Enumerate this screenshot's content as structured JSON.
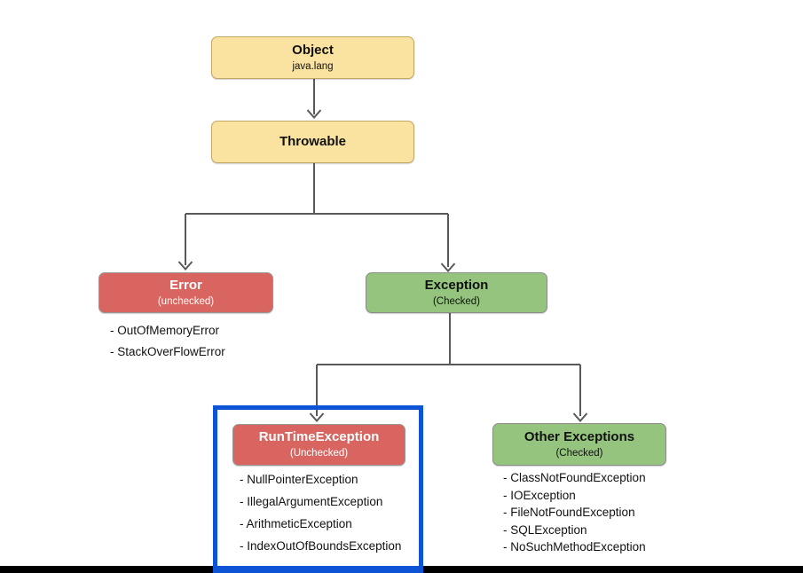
{
  "nodes": {
    "object": {
      "label": "Object",
      "sublabel": "java.lang"
    },
    "throwable": {
      "label": "Throwable"
    },
    "error": {
      "label": "Error",
      "sublabel": "(unchecked)"
    },
    "exception": {
      "label": "Exception",
      "sublabel": "(Checked)"
    },
    "runtime": {
      "label": "RunTimeException",
      "sublabel": "(Unchecked)"
    },
    "other": {
      "label": "Other Exceptions",
      "sublabel": "(Checked)"
    }
  },
  "lists": {
    "error_examples": [
      "- OutOfMemoryError",
      "- StackOverFlowError"
    ],
    "runtime_examples": [
      "- NullPointerException",
      "- IllegalArgumentException",
      "- ArithmeticException",
      "- IndexOutOfBoundsException"
    ],
    "other_examples": [
      "- ClassNotFoundException",
      "- IOException",
      "- FileNotFoundException",
      "- SQLException",
      "- NoSuchMethodException"
    ]
  },
  "colors": {
    "yellow_fill": "#FAE2A0",
    "red_fill": "#D96560",
    "green_fill": "#95C47E",
    "connector_gray": "#595959",
    "highlight_blue": "#0C53D6",
    "bottom_bar": "#000000"
  }
}
